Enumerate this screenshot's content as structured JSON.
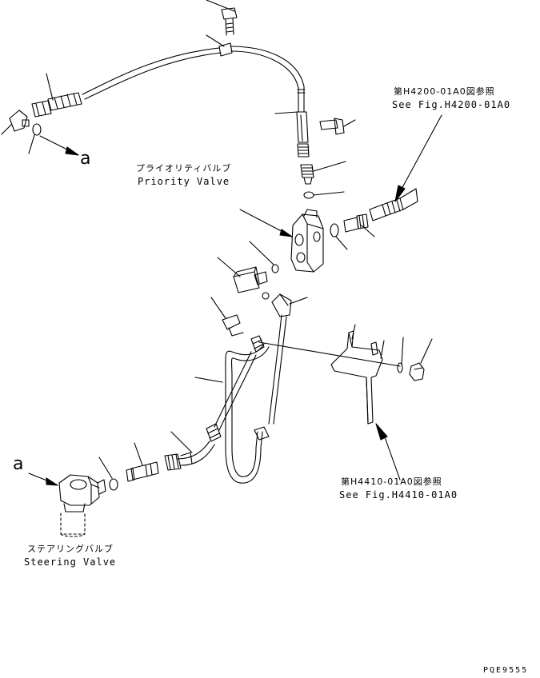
{
  "labels": {
    "priority_valve_jp": "プライオリティバルブ",
    "priority_valve_en": "Priority Valve",
    "ref_h4200_jp": "第H4200-01A0図参照",
    "ref_h4200_en": "See Fig.H4200-01A0",
    "ref_h4410_jp": "第H4410-01A0図参照",
    "ref_h4410_en": "See Fig.H4410-01A0",
    "steering_valve_jp": "ステアリングバルブ",
    "steering_valve_en": "Steering Valve",
    "connection_a_top": "a",
    "connection_a_bottom": "a",
    "drawing_code": "PQE9555"
  }
}
